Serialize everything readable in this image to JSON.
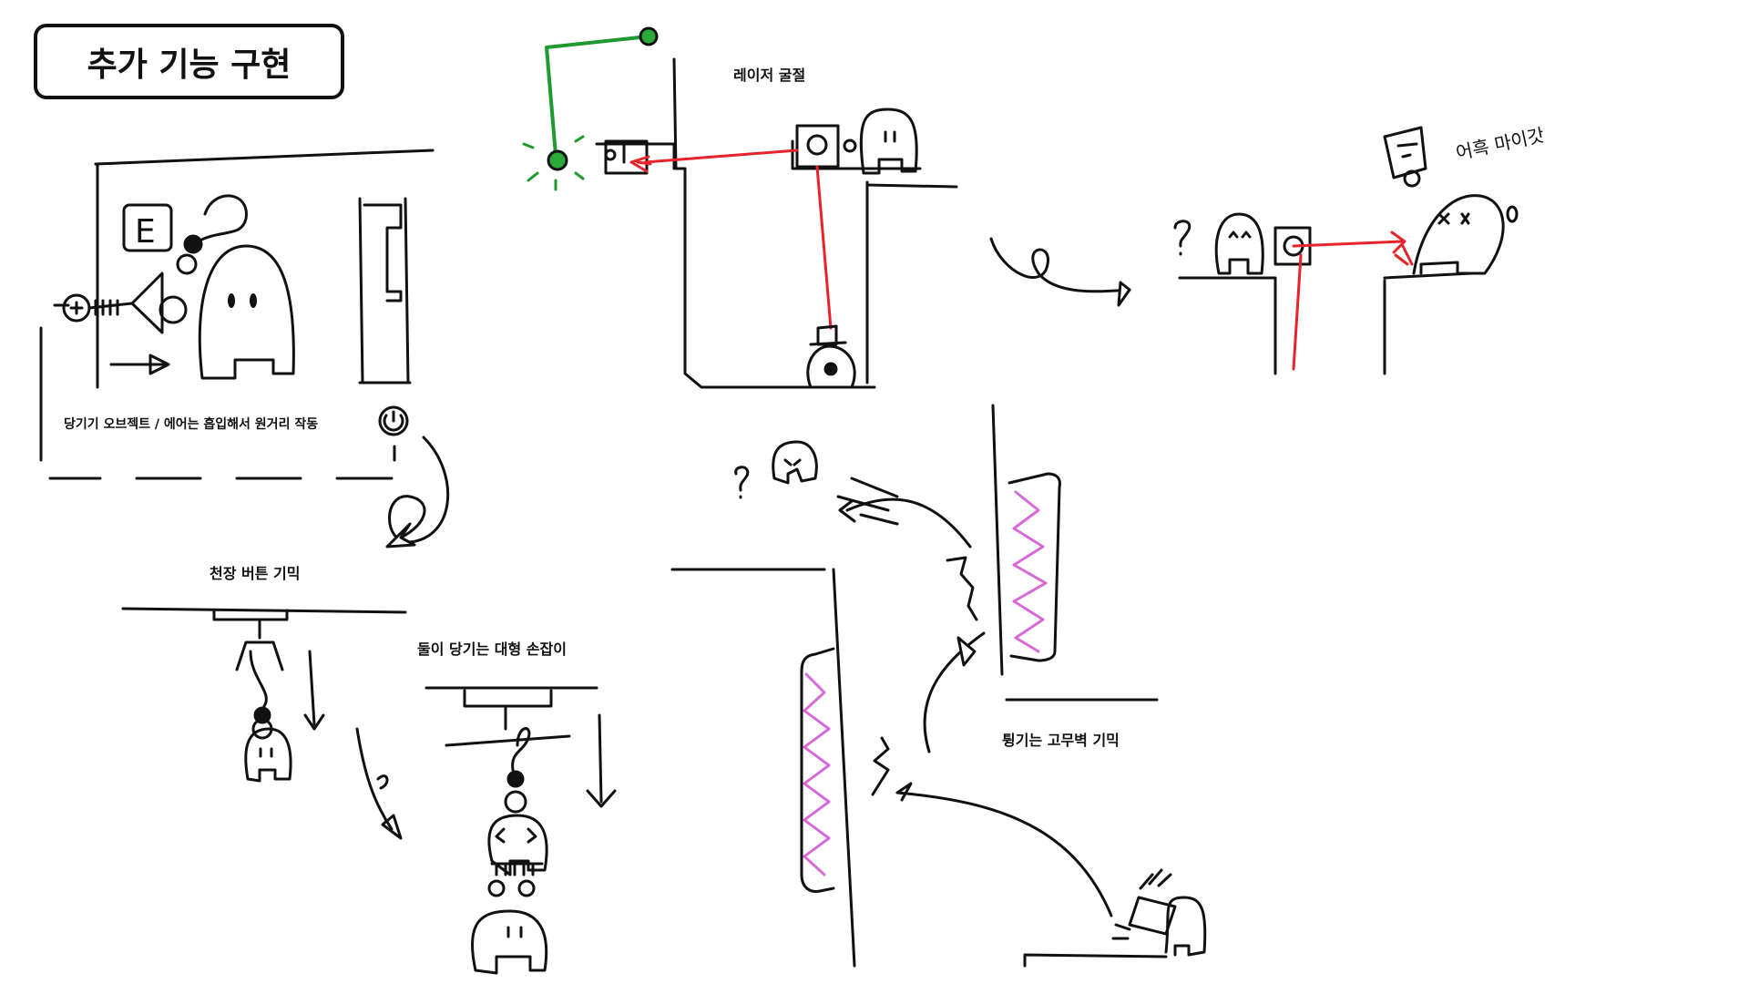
{
  "page_title": "추가 기능 구현",
  "panels": {
    "pull": {
      "caption": "당기기 오브젝트 / 에어는 흡입해서 원거리 작동",
      "key": "E"
    },
    "laser": {
      "caption": "레이저 굴절",
      "note": "어흑 마이갓"
    },
    "ceiling": {
      "caption": "천장 버튼 기믹"
    },
    "handle": {
      "caption": "둘이 당기는 대형 손잡이"
    },
    "rubber": {
      "caption": "튕기는 고무벽 기믹"
    }
  },
  "colors": {
    "ink": "#111111",
    "laser": "#e8232a",
    "wire": "#1f9a2f",
    "rubber": "#d86ad8"
  }
}
